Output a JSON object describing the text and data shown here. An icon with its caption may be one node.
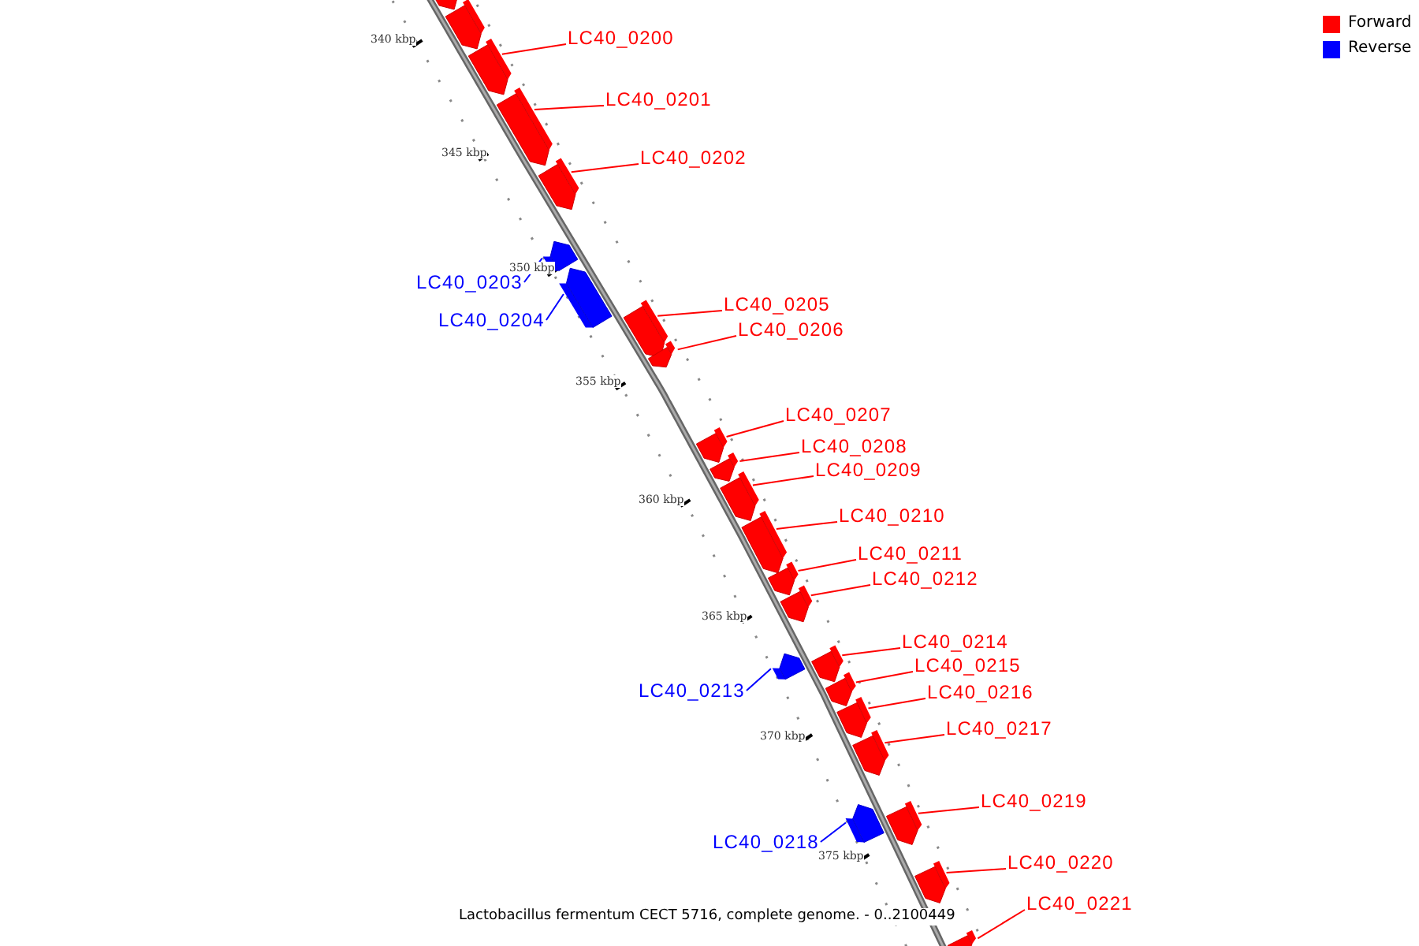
{
  "diagram": {
    "caption": "Lactobacillus fermentum CECT 5716, complete genome. - 0..2100449",
    "nodes": [
      {
        "text": [],
        "shape": "box"
      },
      {
        "text": [],
        "shape": "box"
      },
      {
        "text": [],
        "shape": "box"
      },
      {
        "text": [
          "LC40_0200"
        ]
      },
      {
        "text": [],
        "shape": "box"
      },
      {
        "text": [
          "LC40_0201"
        ]
      },
      {
        "text": [],
        "shape": "box"
      },
      {
        "text": [
          "LC40_0202"
        ]
      },
      {
        "text": [],
        "shape": "box"
      },
      {
        "text": [
          "LC40_0203"
        ]
      },
      {
        "text": [],
        "shape": "box"
      },
      {
        "text": [
          "LC40_0204"
        ]
      },
      {
        "text": [],
        "shape": "box"
      },
      {
        "text": [
          "LC40_0205"
        ]
      },
      {
        "text": [],
        "shape": "box"
      },
      {
        "text": [
          "LC40_0206"
        ]
      },
      {
        "text": [],
        "shape": "box"
      },
      {
        "text": [
          "LC40_0207"
        ]
      },
      {
        "text": [],
        "shape": "box"
      },
      {
        "text": [
          "LC40_0208"
        ]
      },
      {
        "text": [],
        "shape": "box"
      },
      {
        "text": [
          "LC40_0209"
        ]
      },
      {
        "text": [],
        "shape": "box"
      },
      {
        "text": [
          "LC40_0210"
        ]
      },
      {
        "text": [],
        "shape": "box"
      },
      {
        "text": [
          "LC40_0211"
        ]
      },
      {
        "text": [],
        "shape": "box"
      },
      {
        "text": [
          "LC40_0212"
        ]
      },
      {
        "text": [],
        "shape": "box"
      },
      {
        "text": [
          "LC40_0213"
        ]
      },
      {
        "text": [],
        "shape": "box"
      },
      {
        "text": [
          "LC40_0214"
        ]
      },
      {
        "text": [],
        "shape": "box"
      },
      {
        "text": [
          "LC40_0215"
        ]
      },
      {
        "text": [],
        "shape": "box"
      },
      {
        "text": [
          "LC40_0216"
        ]
      },
      {
        "text": [],
        "shape": "box"
      },
      {
        "text": [
          "LC40_0217"
        ]
      },
      {
        "text": [],
        "shape": "box"
      },
      {
        "text": [
          "LC40_0218"
        ]
      },
      {
        "text": [],
        "shape": "box"
      },
      {
        "text": [
          "LC40_0219"
        ]
      },
      {
        "text": [],
        "shape": "box"
      },
      {
        "text": [
          "LC40_0220"
        ]
      },
      {
        "text": [],
        "shape": "box"
      },
      {
        "text": [
          "LC40_0221"
        ]
      }
    ],
    "edges": [
      {
        "from": 3,
        "to": 2,
        "arrow": "none"
      },
      {
        "from": 5,
        "to": 4,
        "arrow": "none"
      },
      {
        "from": 7,
        "to": 6,
        "arrow": "none"
      },
      {
        "from": 9,
        "to": 8,
        "arrow": "none",
        "color": "#0000ff"
      },
      {
        "from": 11,
        "to": 10,
        "arrow": "none",
        "color": "#0000ff"
      },
      {
        "from": 13,
        "to": 12,
        "arrow": "none"
      },
      {
        "from": 15,
        "to": 14,
        "arrow": "none"
      },
      {
        "from": 17,
        "to": 16,
        "arrow": "none"
      },
      {
        "from": 19,
        "to": 18,
        "arrow": "none"
      },
      {
        "from": 21,
        "to": 20,
        "arrow": "none"
      },
      {
        "from": 23,
        "to": 22,
        "arrow": "none"
      },
      {
        "from": 25,
        "to": 24,
        "arrow": "none"
      },
      {
        "from": 27,
        "to": 26,
        "arrow": "none"
      },
      {
        "from": 29,
        "to": 28,
        "arrow": "none",
        "color": "#0000ff"
      },
      {
        "from": 31,
        "to": 30,
        "arrow": "none"
      },
      {
        "from": 33,
        "to": 32,
        "arrow": "none"
      },
      {
        "from": 35,
        "to": 34,
        "arrow": "none"
      },
      {
        "from": 37,
        "to": 36,
        "arrow": "none"
      },
      {
        "from": 39,
        "to": 38,
        "arrow": "none",
        "color": "#0000ff"
      },
      {
        "from": 41,
        "to": 40,
        "arrow": "none"
      },
      {
        "from": 43,
        "to": 42,
        "arrow": "none"
      },
      {
        "from": 45,
        "to": 44,
        "arrow": "none"
      }
    ],
    "labels": [
      "340 kbp",
      "345 kbp",
      "350 kbp",
      "355 kbp",
      "360 kbp",
      "365 kbp",
      "370 kbp",
      "375 kbp"
    ],
    "legend": [
      {
        "text": "Forward",
        "color": "#ff0000"
      },
      {
        "text": "Reverse",
        "color": "#0000ff"
      }
    ]
  }
}
